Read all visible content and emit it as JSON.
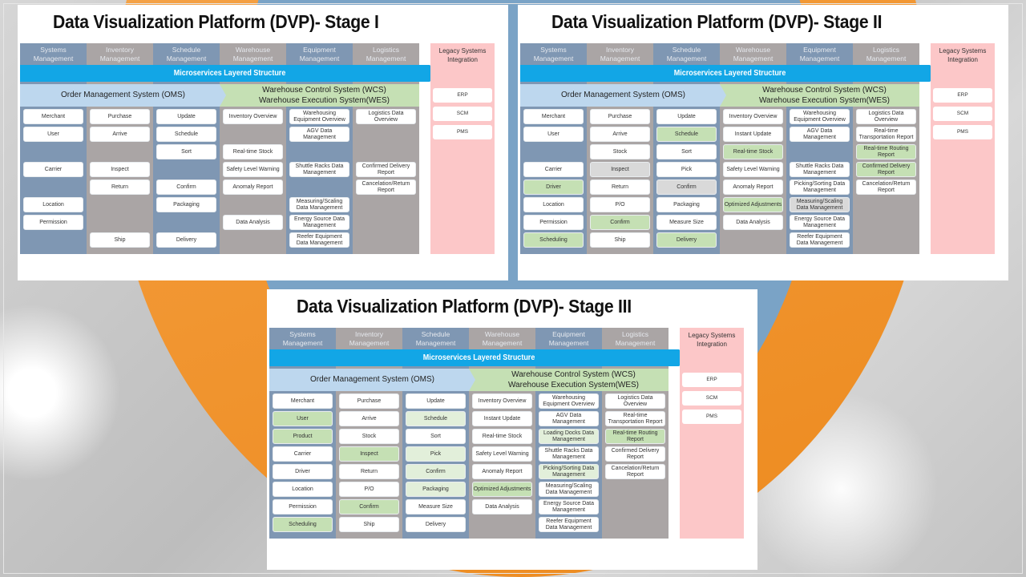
{
  "slide": {
    "panels": [
      {
        "id": "stage-1",
        "title": "Data Visualization Platform (DVP)- Stage I",
        "column_headers": [
          "Systems Management",
          "Inventory Management",
          "Schedule Management",
          "Warehouse Management",
          "Equipment Management",
          "Logistics Management"
        ],
        "microservices_label": "Microservices Layered Structure",
        "oms_label": "Order Management System (OMS)",
        "wcs_label": "Warehouse Control System (WCS)",
        "wes_label": "Warehouse Execution System(WES)",
        "legacy": {
          "header": "Legacy Systems Integration",
          "items": [
            "ERP",
            "SCM",
            "PMS"
          ]
        },
        "columns": [
          [
            {
              "label": "Merchant",
              "slot": 0,
              "style": "white"
            },
            {
              "label": "User",
              "slot": 1,
              "style": "white"
            },
            {
              "label": "Carrier",
              "slot": 3,
              "style": "white"
            },
            {
              "label": "Location",
              "slot": 5,
              "style": "white"
            },
            {
              "label": "Permission",
              "slot": 6,
              "style": "white"
            }
          ],
          [
            {
              "label": "Purchase",
              "slot": 0,
              "style": "white"
            },
            {
              "label": "Arrive",
              "slot": 1,
              "style": "white"
            },
            {
              "label": "Inspect",
              "slot": 3,
              "style": "white"
            },
            {
              "label": "Return",
              "slot": 4,
              "style": "white"
            },
            {
              "label": "Ship",
              "slot": 7,
              "style": "white"
            }
          ],
          [
            {
              "label": "Update",
              "slot": 0,
              "style": "white"
            },
            {
              "label": "Schedule",
              "slot": 1,
              "style": "white"
            },
            {
              "label": "Sort",
              "slot": 2,
              "style": "white"
            },
            {
              "label": "Confirm",
              "slot": 4,
              "style": "white"
            },
            {
              "label": "Packaging",
              "slot": 5,
              "style": "white"
            },
            {
              "label": "Delivery",
              "slot": 7,
              "style": "white"
            }
          ],
          [
            {
              "label": "Inventory Overview",
              "slot": 0,
              "style": "white"
            },
            {
              "label": "Real-time Stock",
              "slot": 2,
              "style": "white"
            },
            {
              "label": "Safety Level Warning",
              "slot": 3,
              "style": "white"
            },
            {
              "label": "Anomaly Report",
              "slot": 4,
              "style": "white"
            },
            {
              "label": "Data Analysis",
              "slot": 6,
              "style": "white"
            }
          ],
          [
            {
              "label": "Warehousing Equipment Overview",
              "slot": 0,
              "style": "white"
            },
            {
              "label": "AGV Data Management",
              "slot": 1,
              "style": "white"
            },
            {
              "label": "Shuttle Racks Data Management",
              "slot": 3,
              "style": "white"
            },
            {
              "label": "Measuring/Scaling Data Management",
              "slot": 5,
              "style": "white"
            },
            {
              "label": "Energy Source Data Management",
              "slot": 6,
              "style": "white"
            },
            {
              "label": "Reefer Equipment Data Management",
              "slot": 7,
              "style": "white"
            }
          ],
          [
            {
              "label": "Logistics Data Overview",
              "slot": 0,
              "style": "white"
            },
            {
              "label": "Confirmed Delivery Report",
              "slot": 3,
              "style": "white"
            },
            {
              "label": "Cancelation/Return Report",
              "slot": 4,
              "style": "white"
            }
          ]
        ]
      },
      {
        "id": "stage-2",
        "title": "Data Visualization Platform (DVP)- Stage II",
        "column_headers": [
          "Systems Management",
          "Inventory Management",
          "Schedule Management",
          "Warehouse Management",
          "Equipment Management",
          "Logistics Management"
        ],
        "microservices_label": "Microservices Layered Structure",
        "oms_label": "Order Management System (OMS)",
        "wcs_label": "Warehouse Control System (WCS)",
        "wes_label": "Warehouse Execution System(WES)",
        "legacy": {
          "header": "Legacy Systems Integration",
          "items": [
            "ERP",
            "SCM",
            "PMS"
          ]
        },
        "columns": [
          [
            {
              "label": "Merchant",
              "slot": 0,
              "style": "white"
            },
            {
              "label": "User",
              "slot": 1,
              "style": "white"
            },
            {
              "label": "Carrier",
              "slot": 3,
              "style": "white"
            },
            {
              "label": "Driver",
              "slot": 4,
              "style": "green"
            },
            {
              "label": "Location",
              "slot": 5,
              "style": "white"
            },
            {
              "label": "Permission",
              "slot": 6,
              "style": "white"
            },
            {
              "label": "Scheduling",
              "slot": 7,
              "style": "green"
            }
          ],
          [
            {
              "label": "Purchase",
              "slot": 0,
              "style": "white"
            },
            {
              "label": "Arrive",
              "slot": 1,
              "style": "white"
            },
            {
              "label": "Stock",
              "slot": 2,
              "style": "white"
            },
            {
              "label": "Inspect",
              "slot": 3,
              "style": "grey"
            },
            {
              "label": "Return",
              "slot": 4,
              "style": "white"
            },
            {
              "label": "P/O",
              "slot": 5,
              "style": "white"
            },
            {
              "label": "Confirm",
              "slot": 6,
              "style": "green"
            },
            {
              "label": "Ship",
              "slot": 7,
              "style": "white"
            }
          ],
          [
            {
              "label": "Update",
              "slot": 0,
              "style": "white"
            },
            {
              "label": "Schedule",
              "slot": 1,
              "style": "green"
            },
            {
              "label": "Sort",
              "slot": 2,
              "style": "white"
            },
            {
              "label": "Pick",
              "slot": 3,
              "style": "white"
            },
            {
              "label": "Confirm",
              "slot": 4,
              "style": "grey"
            },
            {
              "label": "Packaging",
              "slot": 5,
              "style": "white"
            },
            {
              "label": "Measure Size",
              "slot": 6,
              "style": "white"
            },
            {
              "label": "Delivery",
              "slot": 7,
              "style": "green"
            }
          ],
          [
            {
              "label": "Inventory Overview",
              "slot": 0,
              "style": "white"
            },
            {
              "label": "Instant Update",
              "slot": 1,
              "style": "white"
            },
            {
              "label": "Real-time Stock",
              "slot": 2,
              "style": "green"
            },
            {
              "label": "Safety Level Warning",
              "slot": 3,
              "style": "white"
            },
            {
              "label": "Anomaly Report",
              "slot": 4,
              "style": "white"
            },
            {
              "label": "Optimized Adjustments",
              "slot": 5,
              "style": "green"
            },
            {
              "label": "Data Analysis",
              "slot": 6,
              "style": "white"
            }
          ],
          [
            {
              "label": "Warehousing Equipment Overview",
              "slot": 0,
              "style": "white"
            },
            {
              "label": "AGV Data Management",
              "slot": 1,
              "style": "white"
            },
            {
              "label": "Shuttle Racks Data Management",
              "slot": 3,
              "style": "white"
            },
            {
              "label": "Picking/Sorting Data Management",
              "slot": 4,
              "style": "white"
            },
            {
              "label": "Measuring/Scaling Data Management",
              "slot": 5,
              "style": "grey"
            },
            {
              "label": "Energy Source Data Management",
              "slot": 6,
              "style": "white"
            },
            {
              "label": "Reefer Equipment Data Management",
              "slot": 7,
              "style": "white"
            }
          ],
          [
            {
              "label": "Logistics Data Overview",
              "slot": 0,
              "style": "white"
            },
            {
              "label": "Real-time Transportation Report",
              "slot": 1,
              "style": "white"
            },
            {
              "label": "Real-time Routing Report",
              "slot": 2,
              "style": "green"
            },
            {
              "label": "Confirmed Delivery Report",
              "slot": 3,
              "style": "green"
            },
            {
              "label": "Cancelation/Return Report",
              "slot": 4,
              "style": "white"
            }
          ]
        ]
      },
      {
        "id": "stage-3",
        "title": "Data Visualization Platform (DVP)- Stage III",
        "column_headers": [
          "Systems Management",
          "Inventory Management",
          "Schedule Management",
          "Warehouse Management",
          "Equipment Management",
          "Logistics Management"
        ],
        "microservices_label": "Microservices Layered Structure",
        "oms_label": "Order Management System (OMS)",
        "wcs_label": "Warehouse Control System (WCS)",
        "wes_label": "Warehouse Execution System(WES)",
        "legacy": {
          "header": "Legacy Systems Integration",
          "items": [
            "ERP",
            "SCM",
            "PMS"
          ]
        },
        "columns": [
          [
            {
              "label": "Merchant",
              "slot": 0,
              "style": "white"
            },
            {
              "label": "User",
              "slot": 1,
              "style": "green"
            },
            {
              "label": "Product",
              "slot": 2,
              "style": "green"
            },
            {
              "label": "Carrier",
              "slot": 3,
              "style": "white"
            },
            {
              "label": "Driver",
              "slot": 4,
              "style": "white"
            },
            {
              "label": "Location",
              "slot": 5,
              "style": "white"
            },
            {
              "label": "Permission",
              "slot": 6,
              "style": "white"
            },
            {
              "label": "Scheduling",
              "slot": 7,
              "style": "green"
            }
          ],
          [
            {
              "label": "Purchase",
              "slot": 0,
              "style": "white"
            },
            {
              "label": "Arrive",
              "slot": 1,
              "style": "white"
            },
            {
              "label": "Stock",
              "slot": 2,
              "style": "white"
            },
            {
              "label": "Inspect",
              "slot": 3,
              "style": "green"
            },
            {
              "label": "Return",
              "slot": 4,
              "style": "white"
            },
            {
              "label": "P/O",
              "slot": 5,
              "style": "white"
            },
            {
              "label": "Confirm",
              "slot": 6,
              "style": "green"
            },
            {
              "label": "Ship",
              "slot": 7,
              "style": "white"
            }
          ],
          [
            {
              "label": "Update",
              "slot": 0,
              "style": "white"
            },
            {
              "label": "Schedule",
              "slot": 1,
              "style": "lgreen"
            },
            {
              "label": "Sort",
              "slot": 2,
              "style": "white"
            },
            {
              "label": "Pick",
              "slot": 3,
              "style": "lgreen"
            },
            {
              "label": "Confirm",
              "slot": 4,
              "style": "lgreen"
            },
            {
              "label": "Packaging",
              "slot": 5,
              "style": "lgreen"
            },
            {
              "label": "Measure Size",
              "slot": 6,
              "style": "white"
            },
            {
              "label": "Delivery",
              "slot": 7,
              "style": "white"
            }
          ],
          [
            {
              "label": "Inventory Overview",
              "slot": 0,
              "style": "white"
            },
            {
              "label": "Instant Update",
              "slot": 1,
              "style": "white"
            },
            {
              "label": "Real-time Stock",
              "slot": 2,
              "style": "white"
            },
            {
              "label": "Safety Level Warning",
              "slot": 3,
              "style": "white"
            },
            {
              "label": "Anomaly Report",
              "slot": 4,
              "style": "white"
            },
            {
              "label": "Optimized Adjustments",
              "slot": 5,
              "style": "green"
            },
            {
              "label": "Data Analysis",
              "slot": 6,
              "style": "white"
            }
          ],
          [
            {
              "label": "Warehousing Equipment Overview",
              "slot": 0,
              "style": "white"
            },
            {
              "label": "AGV Data Management",
              "slot": 1,
              "style": "white"
            },
            {
              "label": "Loading Docks Data Management",
              "slot": 2,
              "style": "lgreen"
            },
            {
              "label": "Shuttle Racks Data Management",
              "slot": 3,
              "style": "white"
            },
            {
              "label": "Picking/Sorting Data Management",
              "slot": 4,
              "style": "lgreen"
            },
            {
              "label": "Measuring/Scaling Data Management",
              "slot": 5,
              "style": "white"
            },
            {
              "label": "Energy Source Data Management",
              "slot": 6,
              "style": "white"
            },
            {
              "label": "Reefer Equipment Data Management",
              "slot": 7,
              "style": "white"
            }
          ],
          [
            {
              "label": "Logistics Data Overview",
              "slot": 0,
              "style": "white"
            },
            {
              "label": "Real-time Transportation Report",
              "slot": 1,
              "style": "white"
            },
            {
              "label": "Real-time Routing Report",
              "slot": 2,
              "style": "green"
            },
            {
              "label": "Confirmed Delivery Report",
              "slot": 3,
              "style": "white"
            },
            {
              "label": "Cancelation/Return Report",
              "slot": 4,
              "style": "white"
            }
          ]
        ]
      }
    ]
  }
}
